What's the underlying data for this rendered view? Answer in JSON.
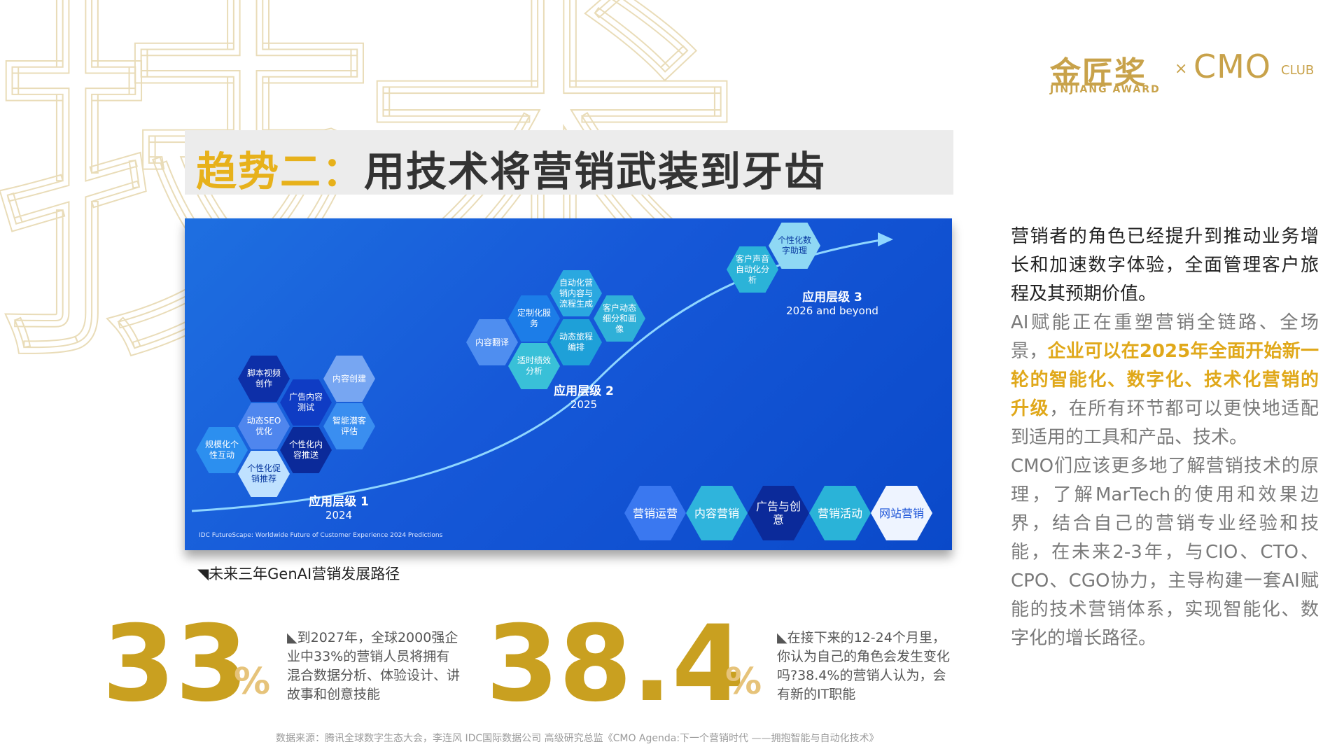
{
  "background_char": "技术",
  "logo": {
    "jinjiang": "金匠奖",
    "jinjiang_en": "JINJIANG AWARD",
    "times": "×",
    "cmo": "CMO",
    "club": "CLUB"
  },
  "title": {
    "part1": "趋势二：",
    "part2": "用技术将营销武装到牙齿"
  },
  "diagram": {
    "level1": {
      "label": "应用层级 1",
      "year": "2024",
      "hexes": [
        "脚本视频创作",
        "广告内容测试",
        "内容创建",
        "动态SEO优化",
        "智能潜客评估",
        "规模化个性互动",
        "个性化内容推送",
        "个性化促销推荐"
      ]
    },
    "level2": {
      "label": "应用层级 2",
      "year": "2025",
      "hexes": [
        "自动化营销内容与流程生成",
        "定制化服务",
        "客户动态细分和画像",
        "内容翻译",
        "动态旅程编排",
        "适时绩效分析"
      ]
    },
    "level3": {
      "label": "应用层级 3",
      "year": "2026 and beyond",
      "hexes": [
        "个性化数字助理",
        "客户声音自动化分析"
      ]
    },
    "bottom_hexes": [
      "营销运营",
      "内容营销",
      "广告与创意",
      "营销活动",
      "网站营销"
    ],
    "credit": "IDC FutureScape: Worldwide Future of Customer Experience 2024 Predictions"
  },
  "caption": "◥未来三年GenAI营销发展路径",
  "stats": [
    {
      "value": "33",
      "unit": "%",
      "text": "◣到2027年，全球2000强企业中33%的营销人员将拥有混合数据分析、体验设计、讲故事和创意技能"
    },
    {
      "value": "38.4",
      "unit": "%",
      "text": "◣在接下来的12-24个月里，你认为自己的角色会发生变化吗?38.4%的营销人认为，会有新的IT职能"
    }
  ],
  "right_text": {
    "p1": "营销者的角色已经提升到推动业务增长和加速数字体验，全面管理客户旅程及其预期价值。",
    "p2_a": "AI赋能正在重塑营销全链路、全场景，",
    "p2_hl": "企业可以在2025年全面开始新一轮的智能化、数字化、技术化营销的升级",
    "p2_b": "，在所有环节都可以更快地适配到适用的工具和产品、技术。",
    "p3": "CMO们应该更多地了解营销技术的原理，了解MarTech的使用和效果边界，结合自己的营销专业经验和技能，在未来2-3年，与CIO、CTO、CPO、CGO协力，主导构建一套AI赋能的技术营销体系，实现智能化、数字化的增长路径。"
  },
  "source": "数据来源：腾讯全球数字生态大会，李连风 IDC国际数据公司 高级研究总监《CMO Agenda:下一个营销时代 ——拥抱智能与自动化技术》",
  "colors": {
    "accent": "#e7b11b",
    "stat": "#c9a020",
    "panel": "#1658d8"
  }
}
